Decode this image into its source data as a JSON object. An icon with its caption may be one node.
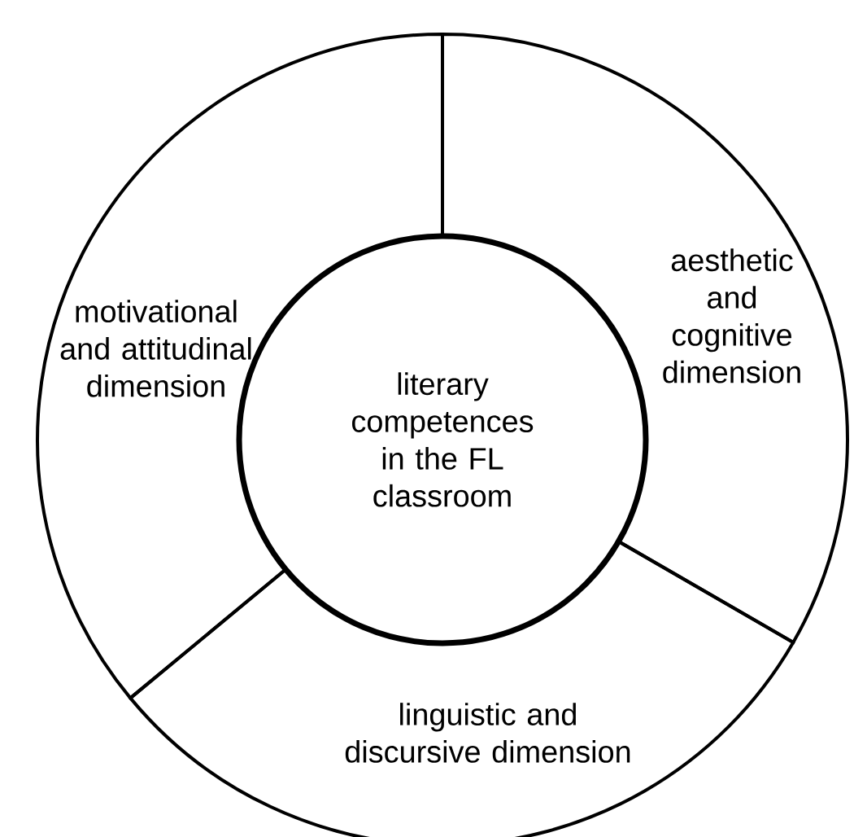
{
  "diagram": {
    "nodes": [
      {
        "text": [
          "motivational and attitudinal dimension"
        ]
      },
      {
        "text": [
          "aesthetic and cognitive dimension"
        ]
      },
      {
        "text": [
          "literary competences in the FL classroom"
        ]
      },
      {
        "text": [
          "linguistic and discursive dimension"
        ]
      }
    ]
  }
}
